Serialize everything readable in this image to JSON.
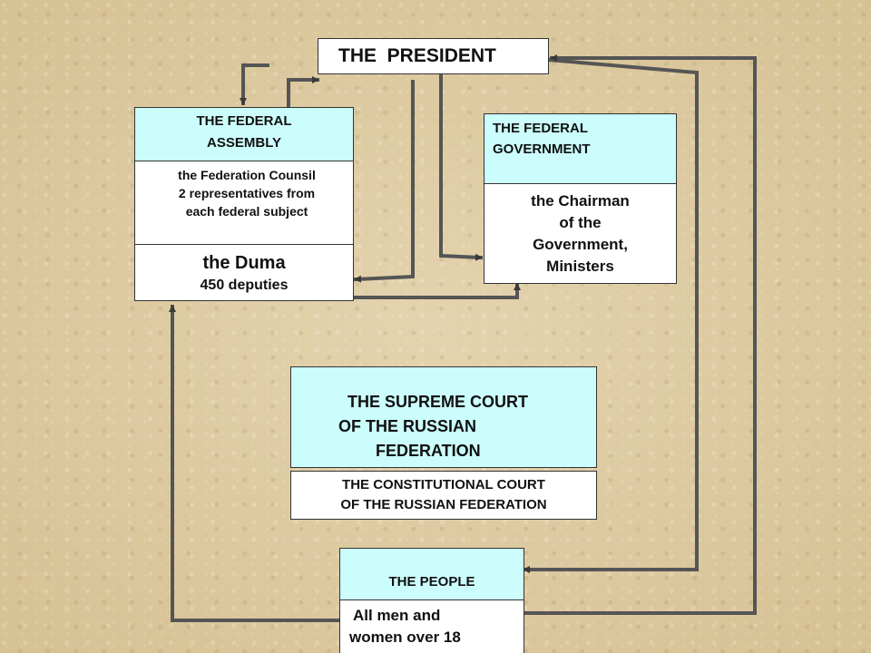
{
  "president": {
    "title": "THE  PRESIDENT"
  },
  "assembly": {
    "title_line1": "THE FEDERAL",
    "title_line2": "ASSEMBLY",
    "council_line1": "the Federation Counsil",
    "council_line2": "2 representatives from",
    "council_line3": "each federal subject",
    "duma_title": "the Duma",
    "duma_deputies": "450 deputies"
  },
  "government": {
    "title_line1": "THE FEDERAL",
    "title_line2": "GOVERNMENT",
    "body_line1": "the Chairman",
    "body_line2": "of the",
    "body_line3": "Government,",
    "body_line4": "Ministers"
  },
  "supreme_court": {
    "line1": "THE SUPREME COURT",
    "line2": "OF THE RUSSIAN",
    "line3": "FEDERATION"
  },
  "constitutional_court": {
    "line1": "THE CONSTITUTIONAL COURT",
    "line2": "OF THE RUSSIAN FEDERATION"
  },
  "people": {
    "title": "THE PEOPLE",
    "body_line1": "All men and",
    "body_line2": "women over 18"
  }
}
